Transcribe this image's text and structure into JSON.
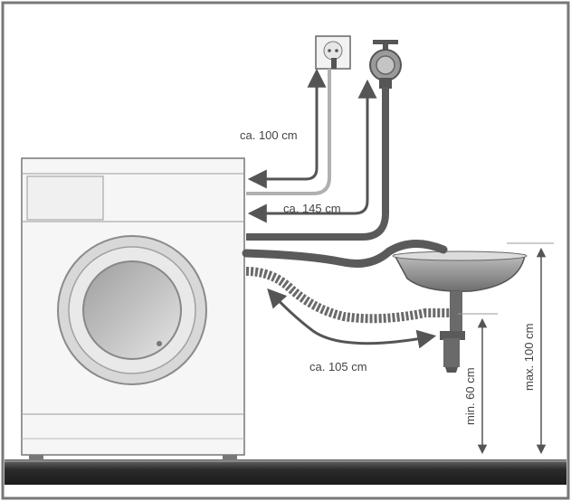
{
  "labels": {
    "power_cable": "ca. 100 cm",
    "inlet_hose": "ca. 145 cm",
    "drain_hose": "ca. 105 cm",
    "min_height": "min. 60 cm",
    "max_height": "max. 100 cm"
  },
  "colors": {
    "hose_dark": "#555555",
    "hose_light": "#9a9a9a",
    "floor": "#3a3a3a",
    "appliance_fill": "#f6f6f6",
    "door_ring": "#cfcfcf",
    "door_glass": "#b9b9b9",
    "sink": "#8a8a8a"
  },
  "icons": [
    "power-socket-icon",
    "water-tap-icon"
  ]
}
